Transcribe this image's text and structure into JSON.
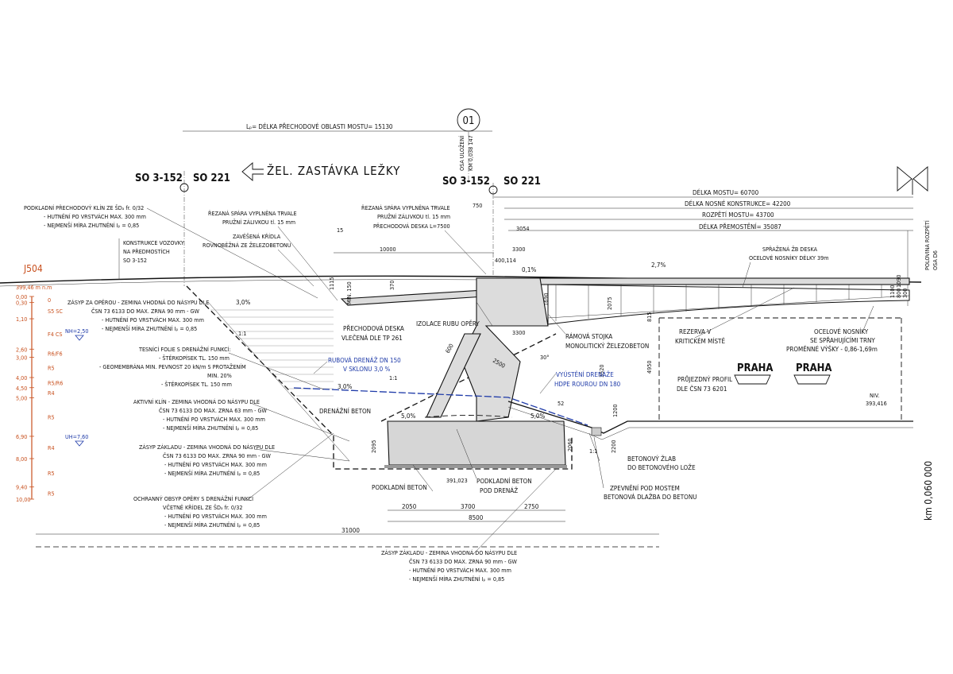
{
  "header": {
    "transition_length": "Lₚ= DÉLKA PŘECHODOVÉ OBLASTI MOSTU= 15130",
    "axis_label": "01",
    "bearing_axis": "OSA ULOŽENÍ",
    "bearing_km": "KM 0,038 147",
    "so_left_1": "SO 3-152",
    "so_left_2": "SO 221",
    "station_name": "ŽEL. ZASTÁVKA LEŽKY",
    "so_right_1": "SO 3-152",
    "so_right_2": "SO 221"
  },
  "dimensions": {
    "bridge_length": "DÉLKA MOSTU= 60700",
    "load_structure_length": "DÉLKA NOSNÉ KONSTRUKCE= 42200",
    "span_length": "ROZPĚTÍ MOSTU= 43700",
    "crossing_length": "DÉLKA PŘEMOSTĚNÍ= 35087",
    "d750": "750",
    "d15": "15",
    "d3054": "3054",
    "d10000": "10000",
    "d3300a": "3300",
    "d3300b": "3300",
    "d1115": "1115",
    "d370": "370",
    "d1690": "1690",
    "d2075": "2075",
    "d3520": "3520",
    "d4950": "4950",
    "d1200": "1200",
    "d2200": "2200",
    "d2060": "2060",
    "d2095": "2095",
    "d600": "600",
    "d2500": "2500",
    "d52": "52",
    "angle": "30°",
    "d815": "815",
    "d2050": "2050",
    "d3700": "3700",
    "d2750": "2750",
    "d8500": "8500",
    "d31000": "31000",
    "d1100": "1100",
    "d800": "800",
    "d300": "300",
    "d1090": "1090",
    "min150": "MIN. 150",
    "slope_27": "2,7%",
    "slope_01": "0,1%",
    "slope_30a": "3,0%",
    "slope_30b": "3,0%",
    "slope_50a": "5,0%",
    "slope_50b": "5,0%",
    "ratio_a": "1:1",
    "ratio_b": "1:1",
    "ratio_c": "1:1",
    "elev_top": "400,114",
    "elev_bottom": "391,023",
    "niv_label": "NIV.",
    "niv_value": "393,416",
    "road_label": "J504",
    "road_elev": "399,46 m n.m",
    "km": "km 0,060 000"
  },
  "labels": {
    "l1": "PODKLADNÍ PŘECHODOVÝ  KLÍN ZE ŠDₐ fr. 0/32",
    "l1b": "- HUTNĚNÍ PO VRSTVÁCH MAX. 300 mm",
    "l1c": "- NEJMENŠÍ MÍRA ZHUTNĚNÍ Iₚ = 0,85",
    "l2": "KONSTRUKCE VOZOVKY",
    "l2b": "NA PŘEDMOSTÍCH",
    "l2c": "SO 3-152",
    "l3": "ŘEZANÁ SPÁRA VYPLNĚNA TRVALE",
    "l3b": "PRUŽNÍ ZÁLIVKOU tl. 15 mm",
    "l4": "ZAVĚŠENÁ KŘÍDLA",
    "l4b": "ROVNOBĚŽNÁ ZE ŽELEZOBETONU",
    "l5": "ŘEZANÁ SPÁRA VYPLNĚNA TRVALE",
    "l5b": "PRUŽNÍ ZÁLIVKOU tl. 15 mm",
    "l5c": "PŘECHODOVÁ DESKA L=7500",
    "l6": "SPŘAŽENÁ ŽB DESKA",
    "l6b": "OCELOVÉ NOSNÍKY DÉLKY 39m",
    "l7": "POLOVINA ROZPĚTÍ",
    "l7b": "OSA D6",
    "l8": "ZÁSYP ZA OPĚROU - ZEMINA VHODNÁ DO NÁSYPU DLE",
    "l8b": "ČSN 73 6133 DO MAX. ZRNA 90 mm - GW",
    "l8c": "- HUTNĚNÍ PO VRSTVÁCH MAX. 300 mm",
    "l8d": "- NEJMENŠÍ MÍRA ZHUTNĚNÍ Iₚ = 0,85",
    "l9": "PŘECHODOVÁ DESKA",
    "l9b": "VLEČENÁ DLE TP 261",
    "l10": "IZOLACE RUBU OPĚRY",
    "l11": "RÁMOVÁ STOJKA",
    "l11b": "MONOLITICKÝ ŽELEZOBETON",
    "l12": "REZERVA V",
    "l12b": "KRITICKÉM MÍSTĚ",
    "l13": "OCELOVÉ NOSNÍKY",
    "l13b": "SE SPŘAHUJÍCÍMI TRNY",
    "l13c": "PROMĚNNÉ VÝŠKY - 0,86-1,69m",
    "l14": "TESNÍCÍ FOLIE S DRENÁŽNÍ FUNKCÍ:",
    "l14b": "- ŠTĚRKOPÍSEK TL. 150 mm",
    "l14c": "- GEOMEMBRÁNA MIN. PEVNOST 20 kN/m  S PROTAŽENÍM",
    "l14d": "MIN. 20%",
    "l14e": "- ŠTĚRKOPÍSEK TL. 150 mm",
    "l15": "RUBOVÁ DRENÁŽ DN 150",
    "l15b": "V SKLONU 3,0 %",
    "l16": "VYÚSTĚNÍ DRENÁŽE",
    "l16b": "HDPE ROUROU DN 180",
    "l17": "PRŮJEZDNÝ PROFIL",
    "l17b": "DLE ČSN 73 6201",
    "praha1": "PRAHA",
    "praha2": "PRAHA",
    "l18": "AKTIVNÍ KLÍN - ZEMINA VHODNÁ DO NÁSYPU DLE",
    "l18b": "ČSN 73 6133 DO MAX. ZRNA 63 mm - GW",
    "l18c": "- HUTNĚNÍ PO VRSTVÁCH MAX. 300 mm",
    "l18d": "- NEJMENŠÍ MÍRA ZHUTNĚNÍ Iₚ = 0,85",
    "l19": "DRENÁŽNÍ BETON",
    "l20": "ZÁSYP ZÁKLADU - ZEMINA VHODNÁ DO NÁSYPU DLE",
    "l20b": "ČSN 73 6133 DO MAX. ZRNA 90 mm - GW",
    "l20c": "- HUTNĚNÍ PO VRSTVÁCH MAX. 300 mm",
    "l20d": "- NEJMENŠÍ MÍRA ZHUTNĚNÍ Iₚ = 0,85",
    "l21": "BETONOVÝ ŽLAB",
    "l21b": "DO BETONOVÉHO LOŽE",
    "l22": "PODKLADNÍ BETON",
    "l23": "PODKLADNÍ BETON",
    "l23b": "POD DRENÁŽ",
    "l24": "ZPEVNĚNÍ POD MOSTEM",
    "l24b": "BETONOVÁ DLAŽBA DO BETONU",
    "l25": "OCHRANNÝ OBSYP OPĚRY S DRENÁŽNÍ FUNKCÍ",
    "l25b": "VČETNĚ KŘÍDEL ZE ŠDₐ fr. 0/32",
    "l25c": "- HUTNĚNÍ PO VRSTVÁCH MAX. 300 mm",
    "l25d": "- NEJMENŠÍ MÍRA ZHUTNĚNÍ Iₚ = 0,85",
    "l26": "ZÁSYP ZÁKLADU - ZEMINA VHODNÁ DO NÁSYPU DLE",
    "l26b": "ČSN 73 6133 DO MAX. ZRNA 90 mm - GW",
    "l26c": "- HUTNĚNÍ PO VRSTVÁCH MAX. 300 mm",
    "l26d": "- NEJMENŠÍ MÍRA ZHUTNĚNÍ Iₚ = 0,85"
  },
  "borehole": {
    "depths": [
      "0,00",
      "0,30",
      "1,10",
      "2,60",
      "3,00",
      "4,00",
      "4,50",
      "5,00",
      "6,90",
      "8,00",
      "9,40",
      "10,00"
    ],
    "layers": [
      "0",
      "S5 SC",
      "F4 CS",
      "R6/F6",
      "R5",
      "R5/R6",
      "R4",
      "R5",
      "R4",
      "R5",
      "R5"
    ],
    "nh": "NH=2,50",
    "uh": "UH=7,60"
  }
}
